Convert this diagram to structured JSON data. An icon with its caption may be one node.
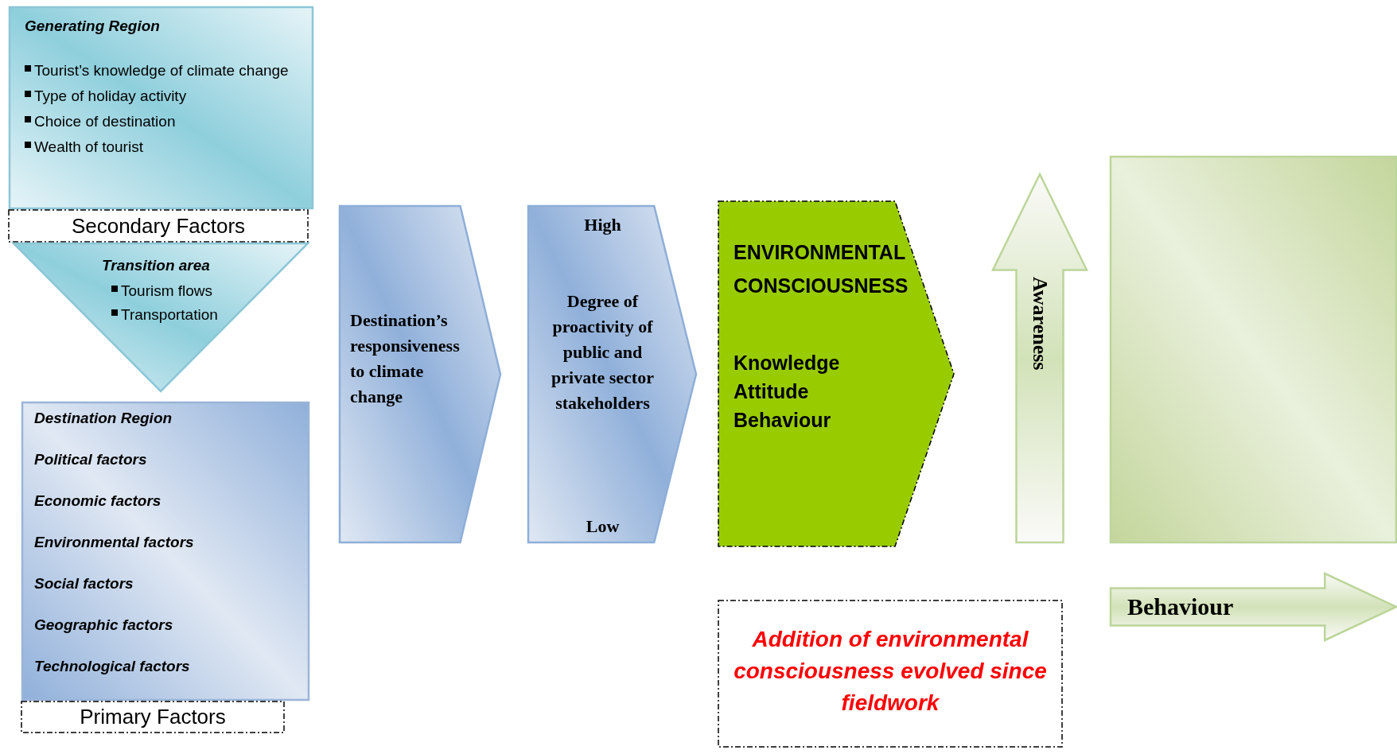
{
  "diagram": {
    "nodes": [
      {
        "text": [
          "Generating Region",
          "Tourist’s knowledge of climate change",
          "Type of holiday activity",
          "Choice of destination",
          "Wealth of tourist"
        ]
      },
      {
        "text": [
          "Secondary Factors"
        ]
      },
      {
        "text": [
          "Transition area",
          "Tourism flows",
          "Transportation"
        ]
      },
      {
        "text": [
          "Destination Region",
          "Political factors",
          "Economic factors",
          "Environmental factors",
          "Social factors",
          "Geographic factors",
          "Technological factors"
        ]
      },
      {
        "text": [
          "Primary Factors"
        ]
      },
      {
        "text": [
          "Destination’s responsiveness to climate change"
        ]
      },
      {
        "text": [
          "High",
          "Degree of proactivity of public and private sector stakeholders",
          "Low"
        ]
      },
      {
        "text": [
          "ENVIRONMENTAL CONSCIOUSNESS",
          "Knowledge",
          "Attitude",
          "Behaviour"
        ]
      },
      {
        "text": [
          "Awareness"
        ]
      },
      {
        "text": [],
        "shape": "box"
      },
      {
        "text": [
          "Behaviour"
        ]
      },
      {
        "text": [
          "Addition of environmental consciousness evolved since fieldwork"
        ]
      }
    ]
  }
}
